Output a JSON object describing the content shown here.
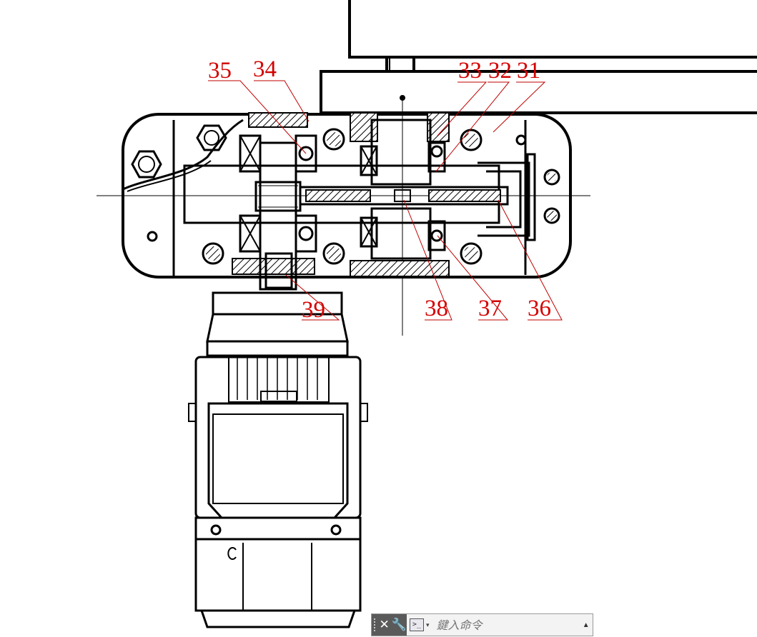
{
  "drawing": {
    "callouts": [
      "35",
      "34",
      "33",
      "32",
      "31",
      "39",
      "38",
      "37",
      "36"
    ]
  },
  "command_line": {
    "close_icon": "close-icon",
    "close_glyph": "✕",
    "customize_icon": "wrench-icon",
    "customize_glyph": "🔧",
    "prompt_icon": "command-prompt-icon",
    "prompt_glyph": ">_",
    "prompt_caret": "▾",
    "placeholder": "鍵入命令",
    "history_glyph": "▲"
  },
  "colors": {
    "background": "#ffffff",
    "linework": "#000000",
    "callout_text": "#d40000",
    "leader_lines": "#c00000",
    "command_bar": "#f3f3f3",
    "command_bar_dark": "#5a5a5a"
  }
}
